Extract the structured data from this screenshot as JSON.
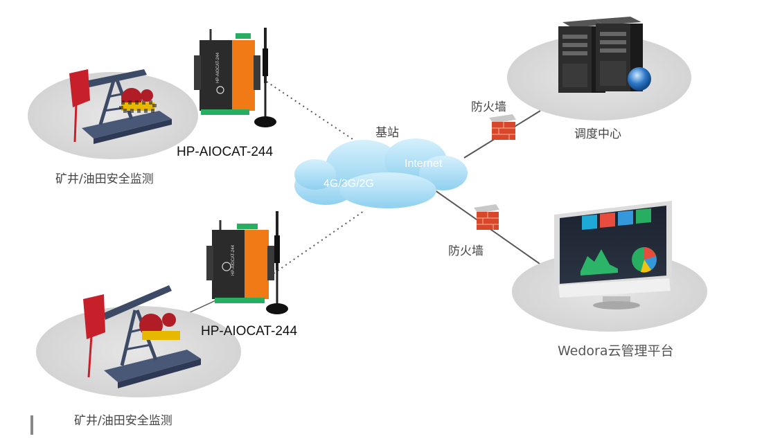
{
  "diagram": {
    "sites": [
      {
        "device_model": "HP-AIOCAT-244",
        "device_label_small": "HP-AIOCAT-244",
        "site_label": "矿井/油田安全监测"
      },
      {
        "device_model": "HP-AIOCAT-244",
        "device_label_small": "HP-AIOCAT-244",
        "site_label": "矿井/油田安全监测"
      }
    ],
    "cloud": {
      "station_label": "基站",
      "internet_label": "Internet",
      "network_label": "4G/3G/2G"
    },
    "firewalls": [
      "防火墙",
      "防火墙"
    ],
    "endpoints": {
      "dispatch_center": "调度中心",
      "platform": "Wedora云管理平台"
    },
    "dashboard_tiles": [
      "#1fa9d6",
      "#e84c3d",
      "#27ae60",
      "#3498db"
    ],
    "colors": {
      "device_body": "#2b2b2b",
      "device_accent": "#f07a16",
      "pump_red": "#c8202a",
      "pump_frame": "#3d4a66",
      "cloud": "#a8dcf5",
      "firewall": "#d9472b",
      "link_line": "#555555"
    }
  }
}
